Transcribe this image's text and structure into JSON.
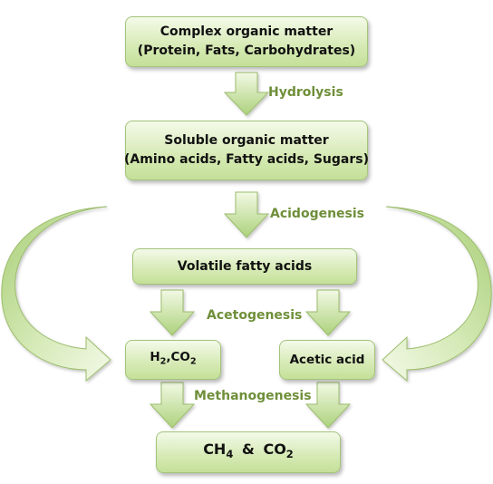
{
  "diagram": {
    "nodes": {
      "complex": {
        "lines": [
          "Complex organic matter",
          "(Protein, Fats, Carbohydrates)"
        ]
      },
      "soluble": {
        "lines": [
          "Soluble organic matter",
          "(Amino acids, Fatty acids, Sugars)"
        ]
      },
      "vfa": {
        "text": "Volatile fatty acids"
      },
      "h2co2": {
        "h": "H",
        "sub2a": "2",
        "co": ",CO",
        "sub2b": "2"
      },
      "acetic": {
        "text": "Acetic acid"
      },
      "final": {
        "ch": "CH",
        "sub4": "4",
        "amp": "&",
        "co": "CO",
        "sub2": "2"
      }
    },
    "steps": {
      "hydrolysis": "Hydrolysis",
      "acidogenesis": "Acidogenesis",
      "acetogenesis": "Acetogenesis",
      "methanogenesis": "Methanogenesis"
    },
    "colors": {
      "arrow_light": "#eef7dd",
      "arrow_dark": "#a9cf78",
      "arrow_stroke": "#9cbd6c",
      "label": "#6f8f3a"
    }
  }
}
